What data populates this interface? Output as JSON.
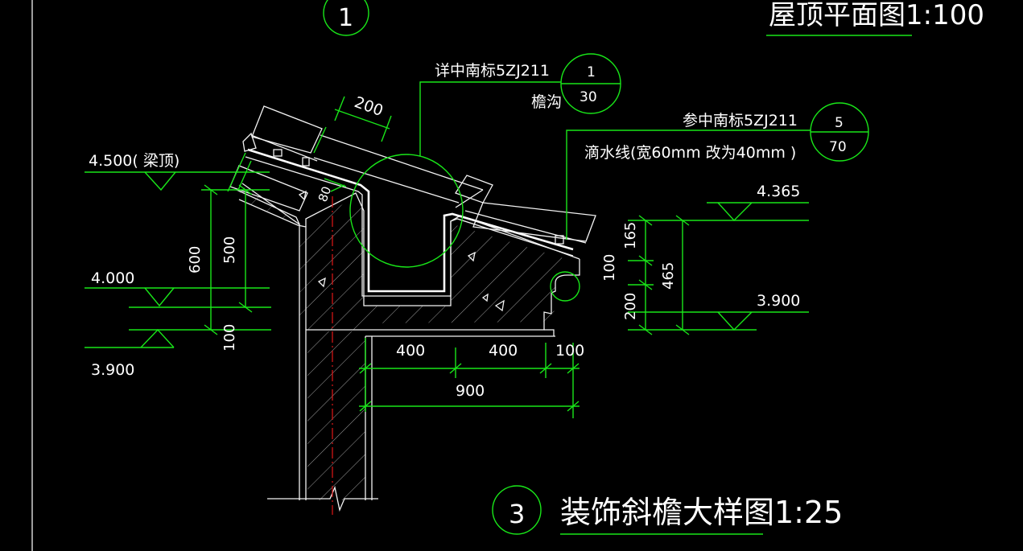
{
  "colors": {
    "background": "#000000",
    "dim_line": "#19e619",
    "outline": "#f2f2f2",
    "axis": "#e01818"
  },
  "header": {
    "plan_title": "屋顶平面图1:100",
    "top_circle_num": "1"
  },
  "title": {
    "circle_num": "3",
    "text": "装饰斜檐大样图1:25"
  },
  "callouts": [
    {
      "ref_text": "详中南标5ZJ211",
      "sub_text": "檐沟",
      "top_num": "1",
      "bottom_num": "30"
    },
    {
      "ref_text": "参中南标5ZJ211",
      "sub_text": "滴水线(宽60mm   改为40mm   )",
      "top_num": "5",
      "bottom_num": "70"
    }
  ],
  "elevations": {
    "left": [
      "4.500(  梁顶)",
      "4.000",
      "3.900"
    ],
    "right": [
      "4.365",
      "3.900"
    ]
  },
  "dimensions": {
    "tile": "200",
    "gutter": "80",
    "left_total": "600",
    "left_upper": "500",
    "left_lower": "100",
    "right_upper": "165",
    "right_lower": "200",
    "right_total": "465",
    "drip": "100",
    "bottom": [
      "400",
      "400",
      "100"
    ],
    "bottom_total": "900"
  }
}
